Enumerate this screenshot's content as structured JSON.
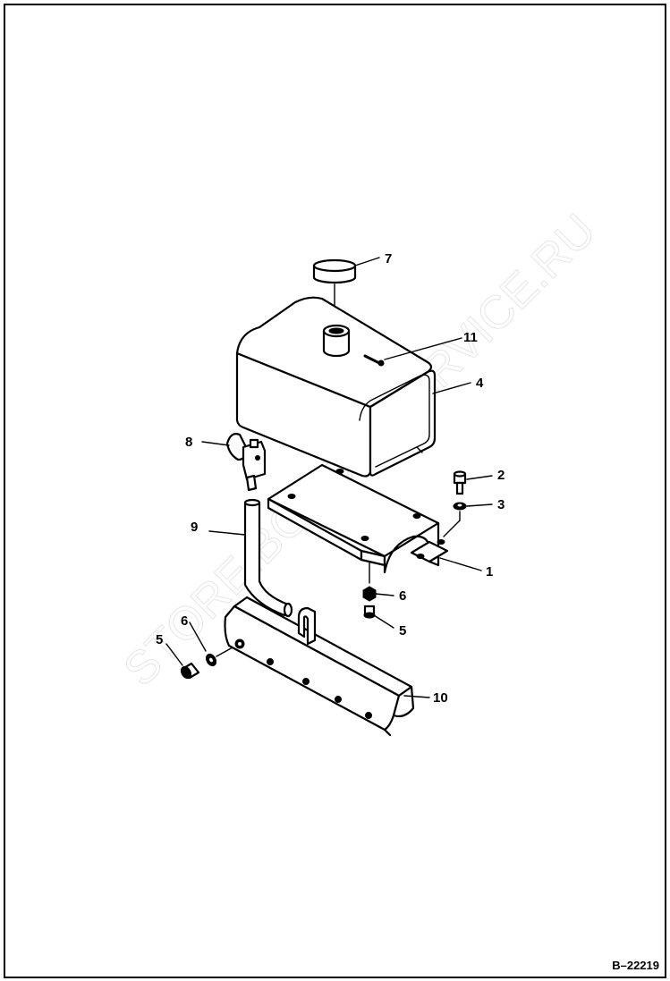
{
  "figure_number": "B–22219",
  "watermark": "STORE.BOBCATSERVICE.RU",
  "callouts": {
    "c1": "1",
    "c2": "2",
    "c3": "3",
    "c4": "4",
    "c5a": "5",
    "c5b": "5",
    "c6a": "6",
    "c6b": "6",
    "c7": "7",
    "c8": "8",
    "c9": "9",
    "c10": "10",
    "c11": "11"
  },
  "parts": [
    {
      "callout": "1",
      "icon": "tank-support-bracket"
    },
    {
      "callout": "2",
      "icon": "bolt"
    },
    {
      "callout": "3",
      "icon": "washer"
    },
    {
      "callout": "4",
      "icon": "fuel-tank"
    },
    {
      "callout": "5",
      "icon": "bolt"
    },
    {
      "callout": "6",
      "icon": "nut"
    },
    {
      "callout": "7",
      "icon": "filler-cap"
    },
    {
      "callout": "8",
      "icon": "drain-valve"
    },
    {
      "callout": "9",
      "icon": "hose"
    },
    {
      "callout": "10",
      "icon": "mounting-rail"
    },
    {
      "callout": "11",
      "icon": "screw"
    }
  ]
}
